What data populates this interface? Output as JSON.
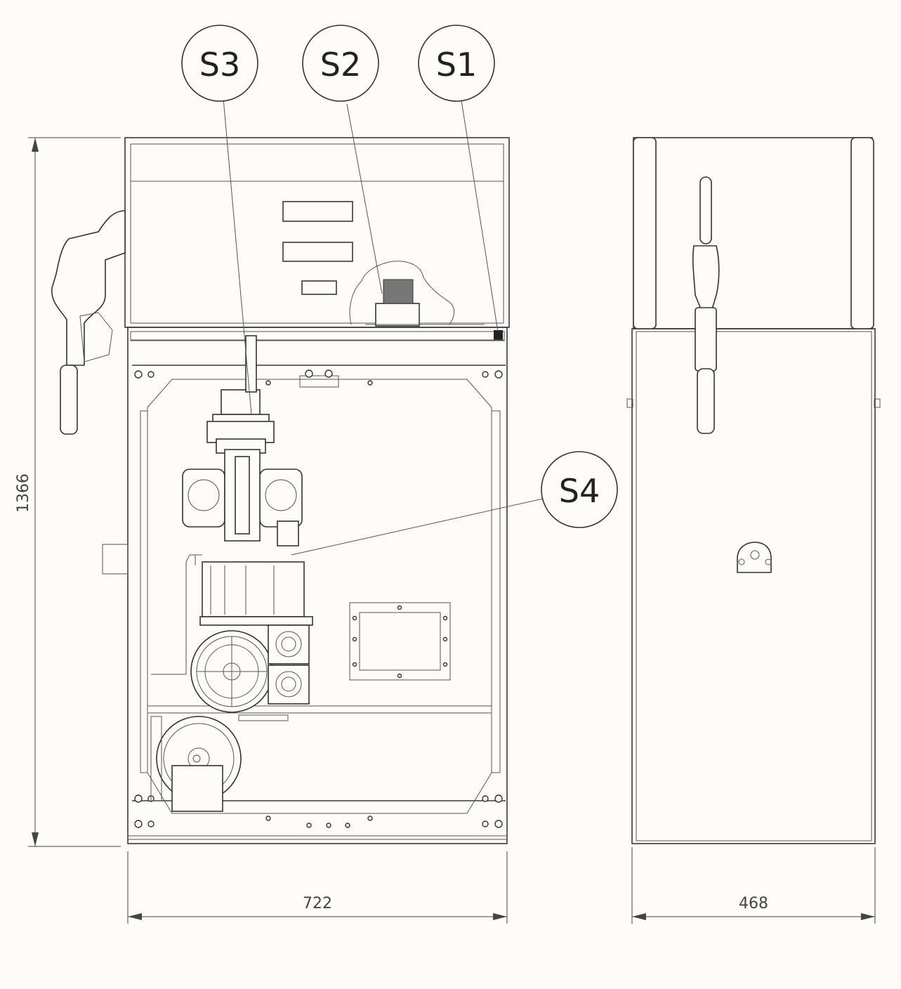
{
  "callouts": [
    {
      "id": "S3",
      "label": "S3"
    },
    {
      "id": "S2",
      "label": "S2"
    },
    {
      "id": "S1",
      "label": "S1"
    },
    {
      "id": "S4",
      "label": "S4"
    }
  ],
  "dimensions": {
    "height": "1366",
    "front_width": "722",
    "side_width": "468"
  }
}
